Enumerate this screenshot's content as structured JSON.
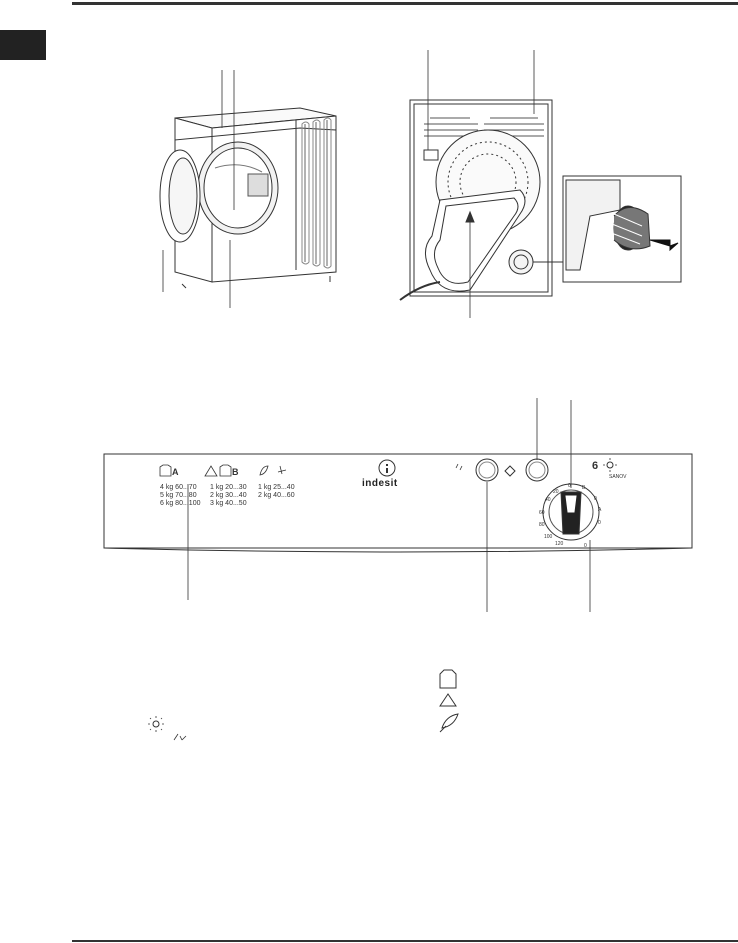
{
  "panel": {
    "brand": "indesit",
    "col_a": {
      "title": "A",
      "rows": [
        "4 kg  60...70",
        "5 kg  70...80",
        "6 kg  80...100"
      ]
    },
    "col_b": {
      "title": "B",
      "rows": [
        "1 kg  20...30",
        "2 kg  30...40",
        "3 kg  40...50"
      ]
    },
    "col_c": {
      "rows": [
        "1 kg  25...40",
        "2 kg  40...60"
      ]
    },
    "capacity": "6",
    "capacity_sub": "SANOV",
    "dial_numbers": [
      "20",
      "0",
      "B",
      "0",
      "A",
      "0",
      "0",
      "40",
      "60",
      "80",
      "100",
      "120"
    ]
  },
  "icons": [
    "shirt-icon",
    "triangle-icon",
    "feather-icon",
    "sun-icon",
    "cool-sun-icon"
  ]
}
